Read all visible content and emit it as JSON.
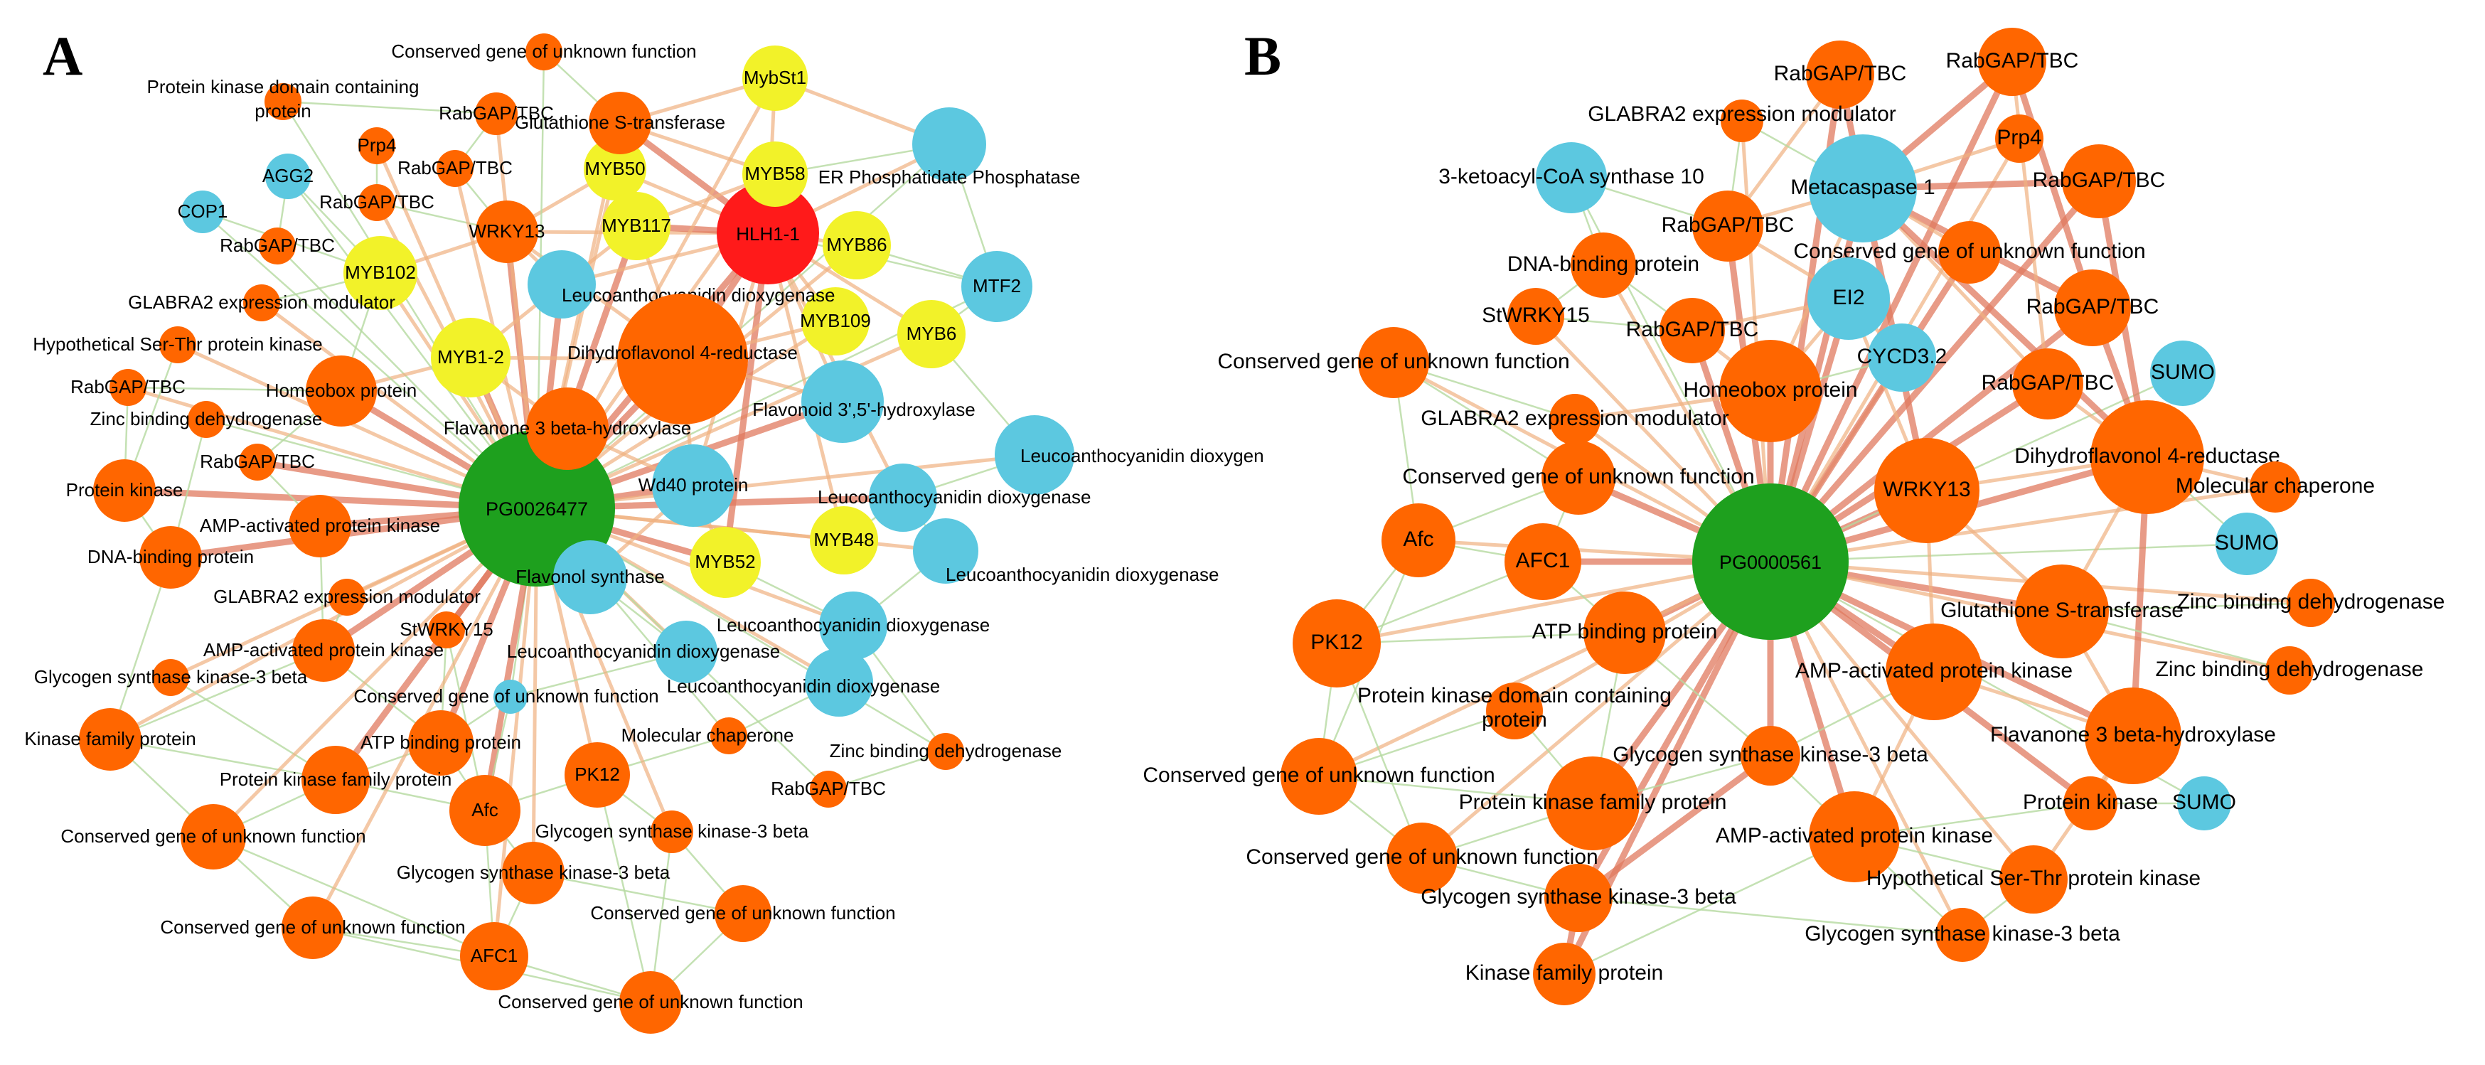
{
  "colors": {
    "hub": "#1ea01e",
    "orange": "#ff6600",
    "yellow": "#f2f229",
    "cyan": "#5cc8e0",
    "red": "#ff1a1a",
    "edge_strong": "#e07a5f",
    "edge_medium": "#f0b080",
    "edge_weak": "#b5d9a0"
  },
  "panels": [
    {
      "letter": "A",
      "nodes": [
        {
          "label": "PG0026477",
          "color": "hub"
        },
        {
          "label": "HLH1-1",
          "color": "red"
        },
        {
          "label": "MybSt1",
          "color": "yellow"
        },
        {
          "label": "MYB58",
          "color": "yellow"
        },
        {
          "label": "MYB50",
          "color": "yellow"
        },
        {
          "label": "MYB117",
          "color": "yellow"
        },
        {
          "label": "MYB86",
          "color": "yellow"
        },
        {
          "label": "MYB102",
          "color": "yellow"
        },
        {
          "label": "MYB109",
          "color": "yellow"
        },
        {
          "label": "MYB6",
          "color": "yellow"
        },
        {
          "label": "MYB1-2",
          "color": "yellow"
        },
        {
          "label": "MYB48",
          "color": "yellow"
        },
        {
          "label": "MYB52",
          "color": "yellow"
        },
        {
          "label": "ER Phosphatidate Phosphatase",
          "color": "cyan"
        },
        {
          "label": "AGG2",
          "color": "cyan"
        },
        {
          "label": "COP1",
          "color": "cyan"
        },
        {
          "label": "MTF2",
          "color": "cyan"
        },
        {
          "label": "Leucoanthocyanidin dioxygenase",
          "color": "cyan"
        },
        {
          "label": "Flavonoid 3',5'-hydroxylase",
          "color": "cyan"
        },
        {
          "label": "Leucoanthocyanidin dioxygen",
          "color": "cyan"
        },
        {
          "label": "Wd40 protein",
          "color": "cyan"
        },
        {
          "label": "Leucoanthocyanidin dioxygenase",
          "color": "cyan"
        },
        {
          "label": "Flavonol synthase",
          "color": "cyan"
        },
        {
          "label": "Leucoanthocyanidin dioxygenase",
          "color": "cyan"
        },
        {
          "label": "Leucoanthocyanidin dioxygenase",
          "color": "cyan"
        },
        {
          "label": "Leucoanthocyanidin dioxygenase",
          "color": "cyan"
        },
        {
          "label": "Leucoanthocyanidin dioxygenase",
          "color": "cyan"
        },
        {
          "label": "Conserved gene of unknown function",
          "color": "cyan"
        },
        {
          "label": "Conserved gene of unknown function",
          "color": "orange"
        },
        {
          "label": "Protein kinase domain containing protein",
          "color": "orange"
        },
        {
          "label": "Glutathione S-transferase",
          "color": "orange"
        },
        {
          "label": "RabGAP/TBC",
          "color": "orange"
        },
        {
          "label": "Prp4",
          "color": "orange"
        },
        {
          "label": "RabGAP/TBC",
          "color": "orange"
        },
        {
          "label": "RabGAP/TBC",
          "color": "orange"
        },
        {
          "label": "WRKY13",
          "color": "orange"
        },
        {
          "label": "RabGAP/TBC",
          "color": "orange"
        },
        {
          "label": "GLABRA2 expression modulator",
          "color": "orange"
        },
        {
          "label": "Dihydroflavonol 4-reductase",
          "color": "orange"
        },
        {
          "label": "Hypothetical Ser-Thr protein kinase",
          "color": "orange"
        },
        {
          "label": "RabGAP/TBC",
          "color": "orange"
        },
        {
          "label": "Homeobox protein",
          "color": "orange"
        },
        {
          "label": "Zinc binding dehydrogenase",
          "color": "orange"
        },
        {
          "label": "Flavanone 3 beta-hydroxylase",
          "color": "orange"
        },
        {
          "label": "RabGAP/TBC",
          "color": "orange"
        },
        {
          "label": "Protein kinase",
          "color": "orange"
        },
        {
          "label": "AMP-activated protein kinase",
          "color": "orange"
        },
        {
          "label": "DNA-binding protein",
          "color": "orange"
        },
        {
          "label": "GLABRA2 expression modulator",
          "color": "orange"
        },
        {
          "label": "StWRKY15",
          "color": "orange"
        },
        {
          "label": "AMP-activated protein kinase",
          "color": "orange"
        },
        {
          "label": "Glycogen synthase kinase-3 beta",
          "color": "orange"
        },
        {
          "label": "Kinase family protein",
          "color": "orange"
        },
        {
          "label": "ATP binding protein",
          "color": "orange"
        },
        {
          "label": "Molecular chaperone",
          "color": "orange"
        },
        {
          "label": "Zinc binding dehydrogenase",
          "color": "orange"
        },
        {
          "label": "PK12",
          "color": "orange"
        },
        {
          "label": "Protein kinase family protein",
          "color": "orange"
        },
        {
          "label": "Afc",
          "color": "orange"
        },
        {
          "label": "RabGAP/TBC",
          "color": "orange"
        },
        {
          "label": "Glycogen synthase kinase-3 beta",
          "color": "orange"
        },
        {
          "label": "Conserved gene of unknown function",
          "color": "orange"
        },
        {
          "label": "Glycogen synthase kinase-3 beta",
          "color": "orange"
        },
        {
          "label": "Conserved gene of unknown function",
          "color": "orange"
        },
        {
          "label": "Conserved gene of unknown function",
          "color": "orange"
        },
        {
          "label": "AFC1",
          "color": "orange"
        },
        {
          "label": "Conserved gene of unknown function",
          "color": "orange"
        }
      ]
    },
    {
      "letter": "B",
      "nodes": [
        {
          "label": "PG0000561",
          "color": "hub"
        },
        {
          "label": "RabGAP/TBC",
          "color": "orange"
        },
        {
          "label": "RabGAP/TBC",
          "color": "orange"
        },
        {
          "label": "GLABRA2 expression modulator",
          "color": "orange"
        },
        {
          "label": "Prp4",
          "color": "orange"
        },
        {
          "label": "3-ketoacyl-CoA synthase 10",
          "color": "cyan"
        },
        {
          "label": "Metacaspase 1",
          "color": "cyan"
        },
        {
          "label": "RabGAP/TBC",
          "color": "orange"
        },
        {
          "label": "RabGAP/TBC",
          "color": "orange"
        },
        {
          "label": "Conserved gene of unknown function",
          "color": "orange"
        },
        {
          "label": "DNA-binding protein",
          "color": "orange"
        },
        {
          "label": "EI2",
          "color": "cyan"
        },
        {
          "label": "StWRKY15",
          "color": "orange"
        },
        {
          "label": "RabGAP/TBC",
          "color": "orange"
        },
        {
          "label": "RabGAP/TBC",
          "color": "orange"
        },
        {
          "label": "Conserved gene of unknown function",
          "color": "orange"
        },
        {
          "label": "CYCD3.2",
          "color": "cyan"
        },
        {
          "label": "Homeobox protein",
          "color": "orange"
        },
        {
          "label": "RabGAP/TBC",
          "color": "orange"
        },
        {
          "label": "SUMO",
          "color": "cyan"
        },
        {
          "label": "GLABRA2 expression modulator",
          "color": "orange"
        },
        {
          "label": "Dihydroflavonol 4-reductase",
          "color": "orange"
        },
        {
          "label": "Conserved gene of unknown function",
          "color": "orange"
        },
        {
          "label": "Molecular chaperone",
          "color": "orange"
        },
        {
          "label": "WRKY13",
          "color": "orange"
        },
        {
          "label": "Afc",
          "color": "orange"
        },
        {
          "label": "AFC1",
          "color": "orange"
        },
        {
          "label": "SUMO",
          "color": "cyan"
        },
        {
          "label": "Glutathione S-transferase",
          "color": "orange"
        },
        {
          "label": "PK12",
          "color": "orange"
        },
        {
          "label": "ATP binding protein",
          "color": "orange"
        },
        {
          "label": "Zinc binding dehydrogenase",
          "color": "orange"
        },
        {
          "label": "AMP-activated protein kinase",
          "color": "orange"
        },
        {
          "label": "Zinc binding dehydrogenase",
          "color": "orange"
        },
        {
          "label": "Protein kinase domain containing protein",
          "color": "orange"
        },
        {
          "label": "Flavanone 3 beta-hydroxylase",
          "color": "orange"
        },
        {
          "label": "Glycogen synthase kinase-3 beta",
          "color": "orange"
        },
        {
          "label": "Conserved gene of unknown function",
          "color": "orange"
        },
        {
          "label": "Protein kinase",
          "color": "orange"
        },
        {
          "label": "SUMO",
          "color": "cyan"
        },
        {
          "label": "Protein kinase family protein",
          "color": "orange"
        },
        {
          "label": "AMP-activated protein kinase",
          "color": "orange"
        },
        {
          "label": "Conserved gene of unknown function",
          "color": "orange"
        },
        {
          "label": "Hypothetical Ser-Thr protein kinase",
          "color": "orange"
        },
        {
          "label": "Glycogen synthase kinase-3 beta",
          "color": "orange"
        },
        {
          "label": "Glycogen synthase kinase-3 beta",
          "color": "orange"
        },
        {
          "label": "Kinase family protein",
          "color": "orange"
        }
      ]
    }
  ]
}
